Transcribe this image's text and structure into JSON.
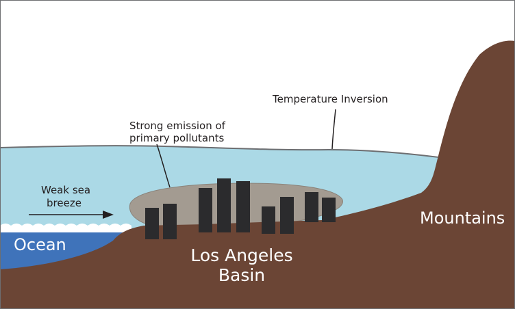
{
  "diagram": {
    "labels": {
      "temperature_inversion": "Temperature Inversion",
      "emission_line1": "Strong emission of",
      "emission_line2": "primary pollutants",
      "sea_breeze_line1": "Weak sea",
      "sea_breeze_line2": "breeze",
      "ocean": "Ocean",
      "basin_line1": "Los Angeles",
      "basin_line2": "Basin",
      "mountains": "Mountains"
    },
    "colors": {
      "sky": "#ffffff",
      "inversion_layer": "#abd9e6",
      "ocean": "#3f73ba",
      "land": "#6b4535",
      "smog": "#a39b91",
      "buildings": "#2b2b2d",
      "border": "#6d6e71"
    }
  }
}
